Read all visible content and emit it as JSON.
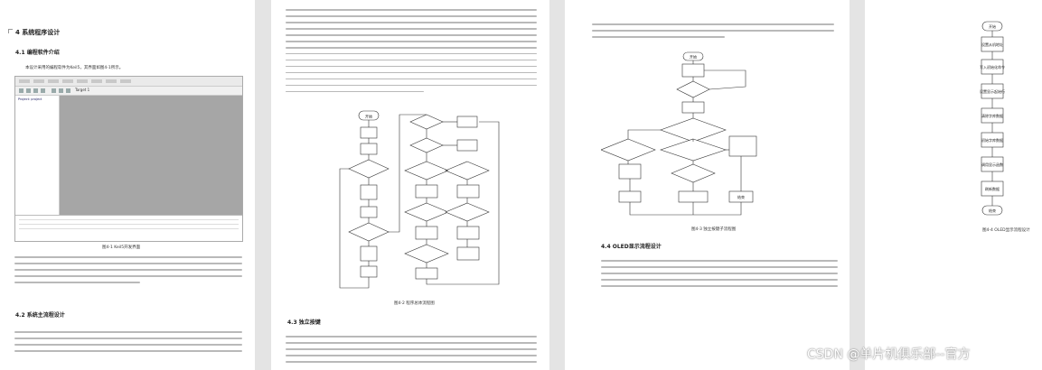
{
  "page1": {
    "heading_section4": "4 系统程序设计",
    "heading_41": "4.1 编程软件介绍",
    "intro_line": "本设计采用的编程软件为Keil5，其界面如图4-1所示。",
    "screenshot_tree_item": "Project: project",
    "screenshot_tab": "Target 1",
    "fig_caption": "图4-1 Keil5开发界面",
    "heading_42": "4.2 系统主流程设计"
  },
  "page2": {
    "fig_caption": "图4-2 程序总体流程图",
    "heading_43": "4.3 独立按键",
    "flow_start": "开始"
  },
  "page3": {
    "fig_caption": "图4-3 独立按键子流程图",
    "heading_44": "4.4 OLED显示流程设计",
    "flow_start": "开始",
    "flow_end": "结束"
  },
  "page4": {
    "flow_steps": [
      "开始",
      "设置从机地址",
      "写入初始化命令",
      "设置显示起始行",
      "清除字库数据",
      "初始字库数据",
      "调用显示函数",
      "刷新数据",
      "结束"
    ],
    "fig_caption": "图4-4 OLED显示流程设计"
  },
  "watermark": "CSDN @单片机俱乐部--官方"
}
